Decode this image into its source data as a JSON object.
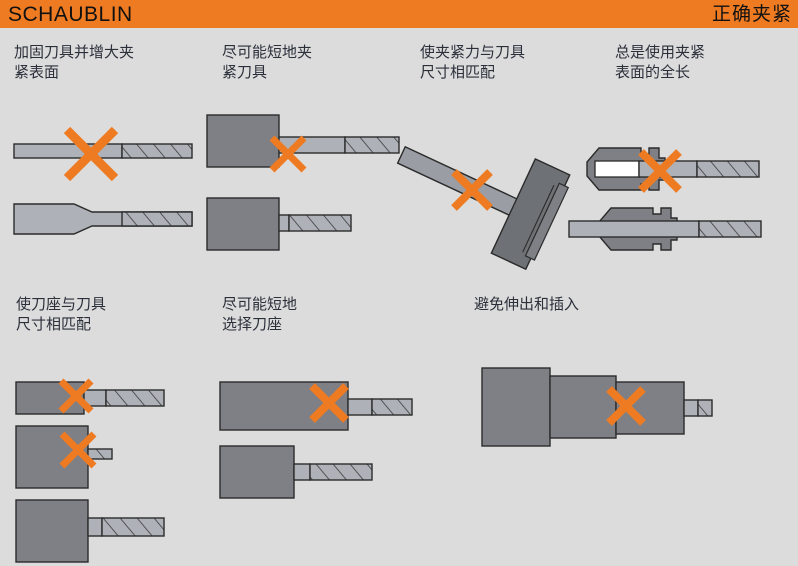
{
  "header": {
    "brand": "SCHAUBLIN",
    "title": "正确夹紧"
  },
  "colors": {
    "accent_orange": "#ee7b22",
    "background": "#dcdcdc",
    "body_dark_gray": "#7e8085",
    "shank_light_gray": "#aeb2b8",
    "outline": "#2b2b2b",
    "text": "#2b2f3a",
    "gap_white": "#ffffff"
  },
  "panels": [
    {
      "id": "panel-reinforce-tool",
      "caption": "加固刀具并增大夹\n紧表面",
      "marks": [
        "cross"
      ],
      "examples": [
        {
          "state": "incorrect",
          "desc": "细刀柄-夹紧面小"
        },
        {
          "state": "correct",
          "desc": "加粗刀柄-夹紧面大"
        }
      ]
    },
    {
      "id": "panel-short-clamping",
      "caption": "尽可能短地夹\n紧刀具",
      "marks": [
        "cross"
      ],
      "examples": [
        {
          "state": "incorrect",
          "desc": "刀具伸出过长"
        },
        {
          "state": "correct",
          "desc": "刀具伸出短"
        }
      ]
    },
    {
      "id": "panel-clamping-force",
      "caption": "使夹紧力与刀具\n尺寸相匹配",
      "marks": [
        "cross"
      ],
      "examples": [
        {
          "state": "incorrect",
          "desc": "用锤子加力"
        }
      ]
    },
    {
      "id": "panel-full-length",
      "caption": "总是使用夹紧\n表面的全长",
      "marks": [
        "cross"
      ],
      "examples": [
        {
          "state": "incorrect",
          "desc": "刀具未插到底，留有空隙"
        },
        {
          "state": "correct",
          "desc": "刀具贯穿夹头全长"
        }
      ]
    },
    {
      "id": "panel-holder-size",
      "caption": "使刀座与刀具\n尺寸相匹配",
      "marks": [
        "cross",
        "cross"
      ],
      "examples": [
        {
          "state": "incorrect",
          "desc": "刀座过薄"
        },
        {
          "state": "incorrect",
          "desc": "刀座过大，刀具过小"
        },
        {
          "state": "correct",
          "desc": "刀座与刀具匹配"
        }
      ]
    },
    {
      "id": "panel-short-holder",
      "caption": "尽可能短地\n选择刀座",
      "marks": [
        "cross"
      ],
      "examples": [
        {
          "state": "incorrect",
          "desc": "刀座过长"
        },
        {
          "state": "correct",
          "desc": "刀座短"
        }
      ]
    },
    {
      "id": "panel-no-extension",
      "caption": "避免伸出和插入",
      "marks": [
        "cross"
      ],
      "examples": [
        {
          "state": "incorrect",
          "desc": "多级接长伸出"
        }
      ]
    }
  ]
}
